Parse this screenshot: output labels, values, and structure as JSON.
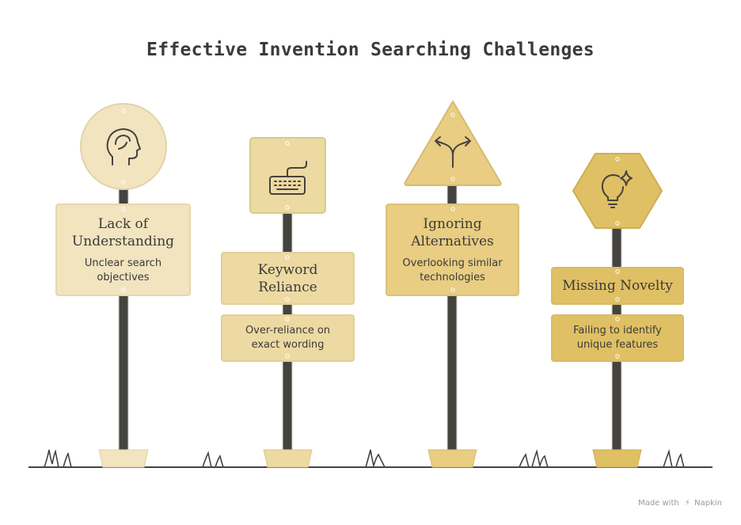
{
  "title": "Effective Invention Searching Challenges",
  "colors": {
    "pole": "#45433f",
    "sign1": "#f2e4bf",
    "sign2": "#eddaa2",
    "sign3": "#e8cd82",
    "sign4": "#e0c064",
    "border": "#d9c99c",
    "ground": "#45433f"
  },
  "signs": [
    {
      "icon": "head-icon",
      "heading": "Lack of Understanding",
      "heading_line1": "Lack of",
      "heading_line2": "Understanding",
      "description_line1": "Unclear search",
      "description_line2": "objectives"
    },
    {
      "icon": "keyboard-icon",
      "heading_line1": "Keyword",
      "heading_line2": "Reliance",
      "description_line1": "Over-reliance on",
      "description_line2": "exact wording"
    },
    {
      "icon": "split-arrows-icon",
      "heading_line1": "Ignoring",
      "heading_line2": "Alternatives",
      "description_line1": "Overlooking similar",
      "description_line2": "technologies"
    },
    {
      "icon": "lightbulb-icon",
      "heading_line1": "Missing Novelty",
      "description_line1": "Failing to identify",
      "description_line2": "unique features"
    }
  ],
  "footer": {
    "made_with": "Made with",
    "brand": "Napkin"
  }
}
